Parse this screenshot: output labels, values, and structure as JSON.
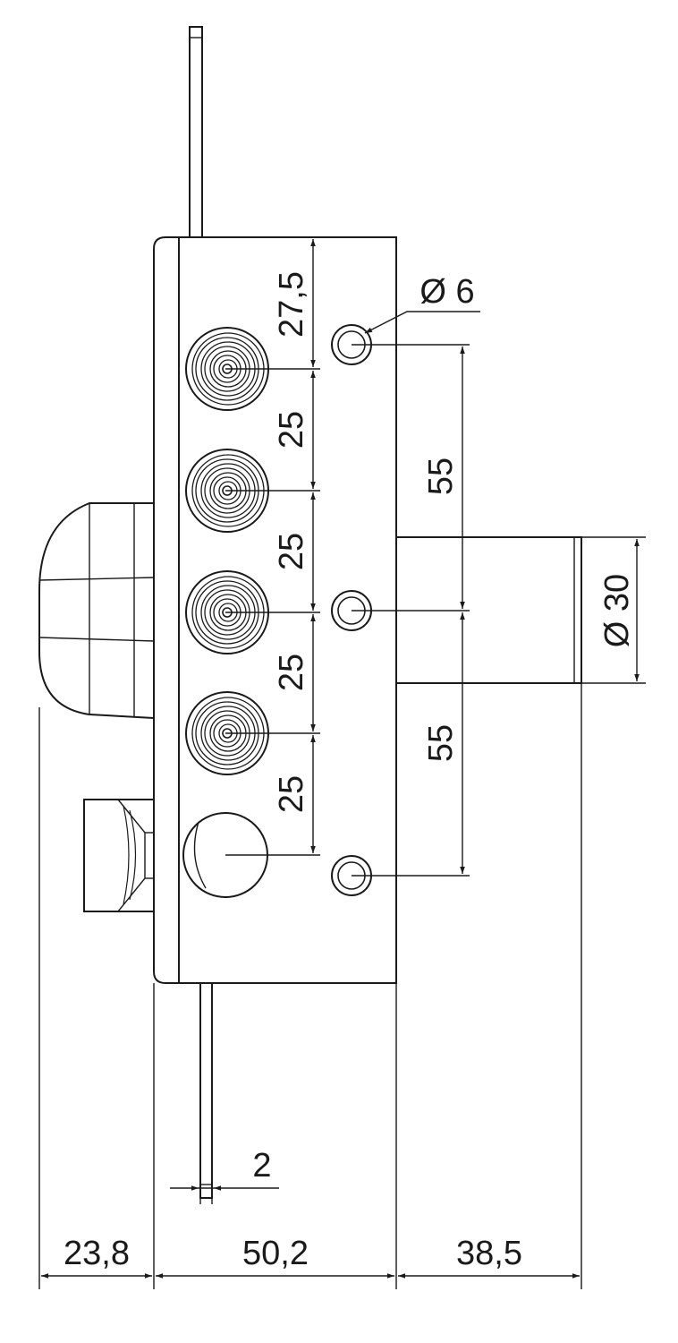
{
  "colors": {
    "stroke": "#1a1a1a",
    "background": "#ffffff"
  },
  "dimensions": {
    "bolt_spacing_top": "27,5",
    "bolt_spacing_1": "25",
    "bolt_spacing_2": "25",
    "bolt_spacing_3": "25",
    "bolt_spacing_4": "25",
    "hole_diameter": "Ø 6",
    "hole_spacing_upper": "55",
    "hole_spacing_lower": "55",
    "cylinder_diameter": "Ø 30",
    "rod_thickness": "2",
    "latch_projection": "23,8",
    "case_width": "50,2",
    "cylinder_length": "38,5"
  }
}
